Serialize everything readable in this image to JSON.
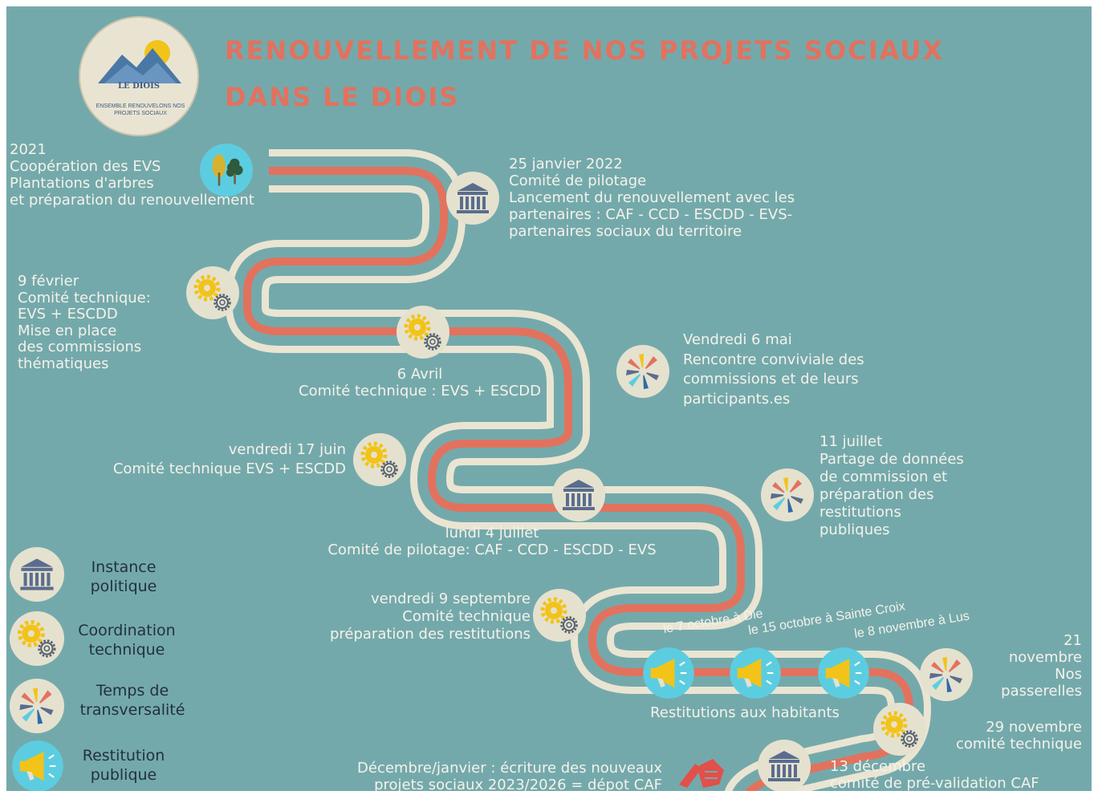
{
  "title": {
    "line1": "RENOUVELLEMENT DE NOS PROJETS SOCIAUX",
    "line2": "DANS LE DIOIS"
  },
  "logo": {
    "name": "LE DIOIS",
    "subtitle": "ENSEMBLE RENOUVELONS NOS PROJETS SOCIAUX"
  },
  "colors": {
    "background": "#74a9ab",
    "road_outline": "#e9e5d2",
    "road_center": "#e2725e",
    "title": "#e2725e",
    "badge": "#e5e1cf",
    "icon_navy": "#5a6d8e",
    "icon_yellow": "#f2c318",
    "icon_cyan": "#5ccde0"
  },
  "milestones": [
    {
      "id": "m2021",
      "icon": "trees-icon",
      "text": "2021\nCoopération des EVS\nPlantations d'arbres\net préparation du renouvellement"
    },
    {
      "id": "m25jan",
      "icon": "institution-icon",
      "text": "25 janvier 2022\nComité de pilotage\nLancement du renouvellement avec les\npartenaires : CAF - CCD - ESCDD - EVS-\npartenaires sociaux du territoire"
    },
    {
      "id": "m9fev",
      "icon": "gears-icon",
      "text": "9 février\nComité technique:\nEVS + ESCDD\nMise en place\ndes commissions\nthématiques"
    },
    {
      "id": "m6avr",
      "icon": "gears-icon",
      "text": "6 Avril\nComité technique : EVS + ESCDD"
    },
    {
      "id": "m6mai",
      "icon": "hands-icon",
      "text": "Vendredi 6 mai\nRencontre conviviale des\ncommissions et de leurs\nparticipants.es"
    },
    {
      "id": "m17juin",
      "icon": "gears-icon",
      "text": "vendredi 17 juin\nComité technique EVS + ESCDD"
    },
    {
      "id": "m4juil",
      "icon": "institution-icon",
      "text": "lundi 4 juillet\nComité de pilotage: CAF - CCD - ESCDD - EVS"
    },
    {
      "id": "m11juil",
      "icon": "hands-icon",
      "text": "11 juillet\nPartage de données\nde commission et\npréparation des\nrestitutions\npubliques"
    },
    {
      "id": "m9sep",
      "icon": "gears-icon",
      "text": "vendredi 9 septembre\nComité technique\npréparation des restitutions"
    },
    {
      "id": "mrest",
      "icon": "megaphone-icon",
      "text": "Restitutions aux habitants"
    },
    {
      "id": "m21nov",
      "icon": "hands-icon",
      "text": "21\nnovembre\nNos\npasserelles"
    },
    {
      "id": "m29nov",
      "icon": "gears-icon",
      "text": "29 novembre\ncomité technique"
    },
    {
      "id": "m13dec",
      "icon": "institution-icon",
      "text": "13 décembre\ncomité de pré-validation CAF"
    },
    {
      "id": "mdecjan",
      "icon": "writing-hand-icon",
      "text": "Décembre/janvier : écriture des nouveaux\nprojets sociaux 2023/2026 = dépot CAF"
    }
  ],
  "restitution_dates": [
    "le 7 octobre à Die",
    "le 15 octobre à Sainte Croix",
    "le 8 novembre à Lus"
  ],
  "legend": [
    {
      "icon": "institution-icon",
      "label": "Instance\npolitique"
    },
    {
      "icon": "gears-icon",
      "label": "Coordination\ntechnique"
    },
    {
      "icon": "hands-icon",
      "label": "Temps de\ntransversalité"
    },
    {
      "icon": "megaphone-icon",
      "label": "Restitution\npublique"
    }
  ]
}
